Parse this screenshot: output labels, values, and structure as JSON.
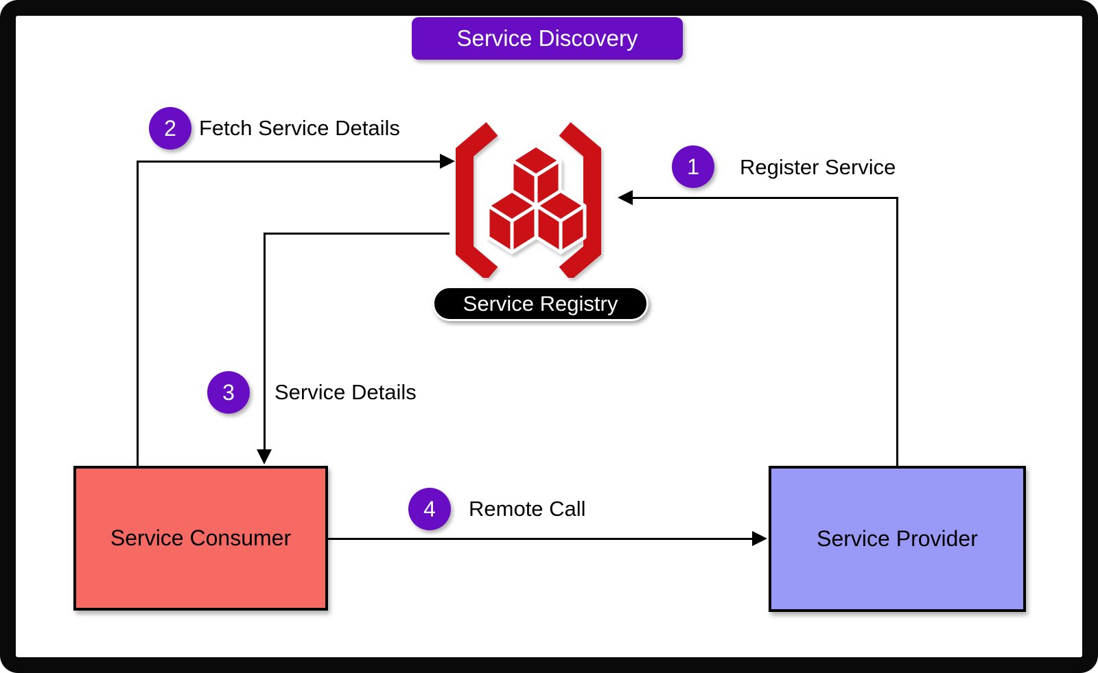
{
  "title": "Service Discovery",
  "registry": {
    "label": "Service Registry",
    "icon": "red-cubes-in-brackets-icon"
  },
  "nodes": {
    "consumer": {
      "label": "Service Consumer",
      "fill": "#F76963"
    },
    "provider": {
      "label": "Service Provider",
      "fill": "#9999F7"
    }
  },
  "steps": [
    {
      "num": "1",
      "label": "Register Service"
    },
    {
      "num": "2",
      "label": "Fetch Service Details"
    },
    {
      "num": "3",
      "label": "Service Details"
    },
    {
      "num": "4",
      "label": "Remote Call"
    }
  ],
  "colors": {
    "step_badge": "#690DC4",
    "title_badge": "#690DC4",
    "registry_red": "#CC1116",
    "registry_pill_bg": "#000000",
    "connector": "#000000",
    "frame": "#0a0a0a"
  }
}
